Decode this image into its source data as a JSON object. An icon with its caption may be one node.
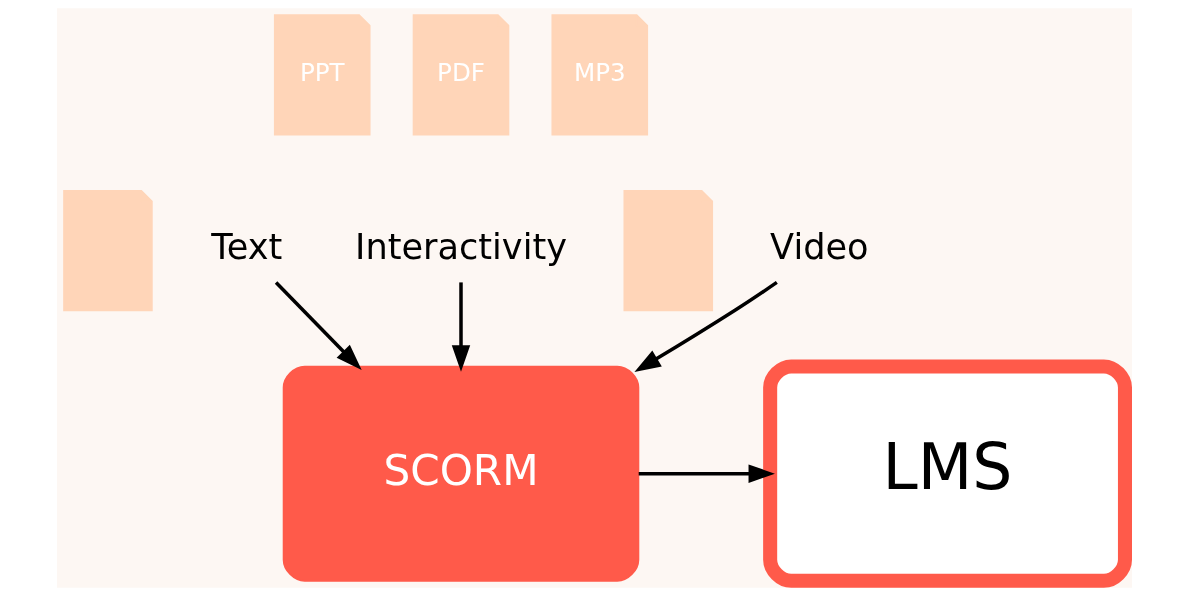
{
  "diagram": {
    "nodes": [
      {
        "text": [
          "PPT"
        ]
      },
      {
        "text": [
          "PDF"
        ]
      },
      {
        "text": [
          "MP3"
        ]
      },
      {
        "text": [
          "Interactivity"
        ]
      },
      {
        "text": [],
        "shape": "document"
      },
      {
        "text": [
          "Text"
        ]
      },
      {
        "text": [],
        "shape": "document"
      },
      {
        "text": [
          "Video"
        ]
      },
      {
        "text": [
          "SCORM"
        ]
      },
      {
        "text": [
          "LMS"
        ]
      }
    ],
    "edges": [
      {
        "from": 5,
        "to": 8,
        "arrow": "to"
      },
      {
        "from": 3,
        "to": 8,
        "arrow": "to"
      },
      {
        "from": 7,
        "to": 8,
        "arrow": "to"
      },
      {
        "from": 8,
        "to": 9,
        "arrow": "to"
      }
    ]
  }
}
